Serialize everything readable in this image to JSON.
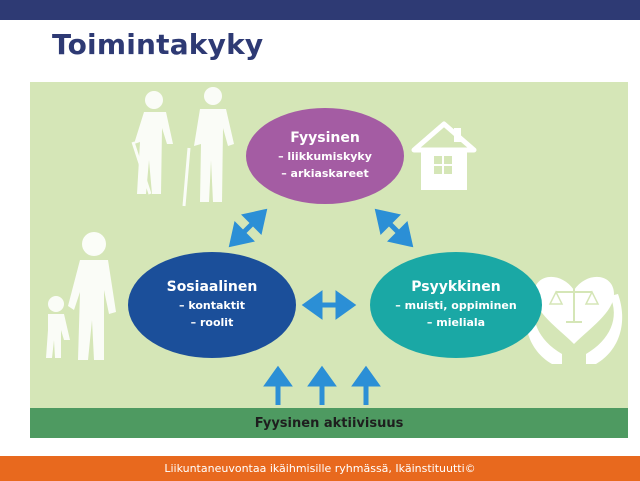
{
  "slide": {
    "title": "Toimintakyky",
    "footer": "Liikuntaneuvontaa ikäihmisille ryhmässä, Ikäinstituutti©"
  },
  "diagram": {
    "fyysinen": {
      "heading": "Fyysinen",
      "items": [
        "– liikkumiskyky",
        "– arkiaskareet"
      ],
      "color": "#a45ca3"
    },
    "sosiaalinen": {
      "heading": "Sosiaalinen",
      "items": [
        "– kontaktit",
        "– roolit"
      ],
      "color": "#1b4f9a"
    },
    "psyykkinen": {
      "heading": "Psyykkinen",
      "items": [
        "– muisti, oppiminen",
        "– mieliala"
      ],
      "color": "#1aa8a5"
    },
    "base": {
      "label": "Fyysinen aktiivisuus",
      "color": "#4e9a61"
    },
    "arrow_color": "#2b8fd6",
    "icons": [
      "elderly-couple-icon",
      "house-moon-icon",
      "parent-child-icon",
      "heart-scales-hands-icon"
    ]
  }
}
